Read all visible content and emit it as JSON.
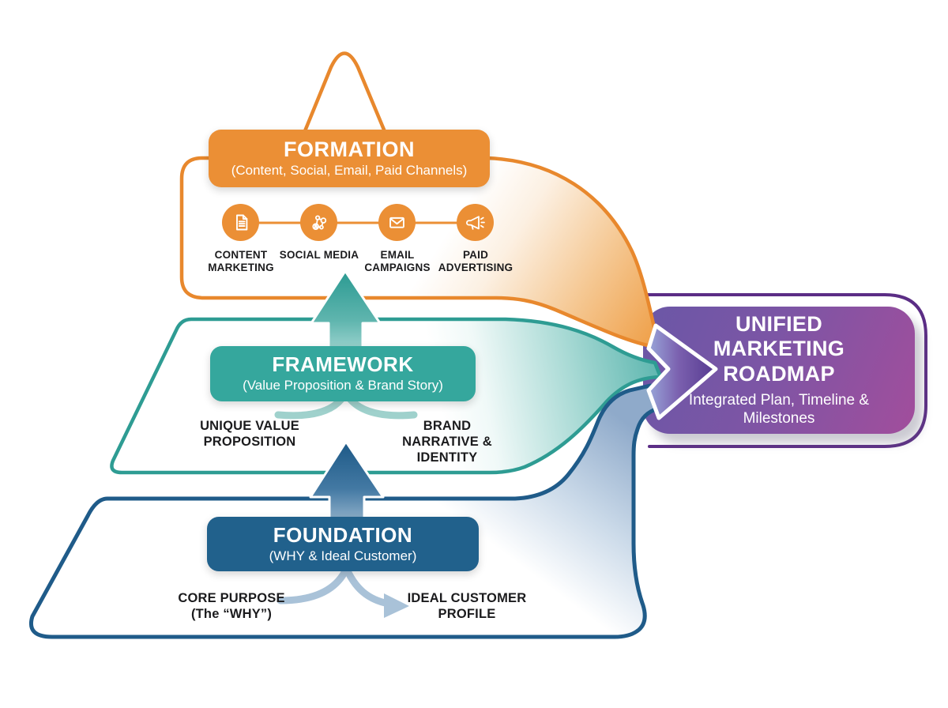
{
  "formation": {
    "title": "FORMATION",
    "subtitle": "(Content, Social, Email, Paid Channels)",
    "color": "#EB8F35",
    "channels": [
      {
        "label": "CONTENT MARKETING",
        "icon": "document-icon"
      },
      {
        "label": "SOCIAL MEDIA",
        "icon": "network-icon"
      },
      {
        "label": "EMAIL CAMPAIGNS",
        "icon": "envelope-icon"
      },
      {
        "label": "PAID ADVERTISING",
        "icon": "megaphone-icon"
      }
    ]
  },
  "framework": {
    "title": "FRAMEWORK",
    "subtitle": "(Value Proposition & Brand Story)",
    "color": "#35A79D",
    "items": [
      {
        "label": "UNIQUE VALUE PROPOSITION"
      },
      {
        "label": "BRAND NARRATIVE & IDENTITY"
      }
    ]
  },
  "foundation": {
    "title": "FOUNDATION",
    "subtitle": "(WHY & Ideal Customer)",
    "color": "#21618C",
    "items": [
      {
        "label": "CORE PURPOSE (The “WHY”)"
      },
      {
        "label": "IDEAL CUSTOMER PROFILE"
      }
    ]
  },
  "roadmap": {
    "title": "UNIFIED MARKETING ROADMAP",
    "subtitle": "Integrated Plan, Timeline & Milestones",
    "color_start": "#6B57A6",
    "color_end": "#A14E9C",
    "outline_color": "#5B2D85"
  }
}
